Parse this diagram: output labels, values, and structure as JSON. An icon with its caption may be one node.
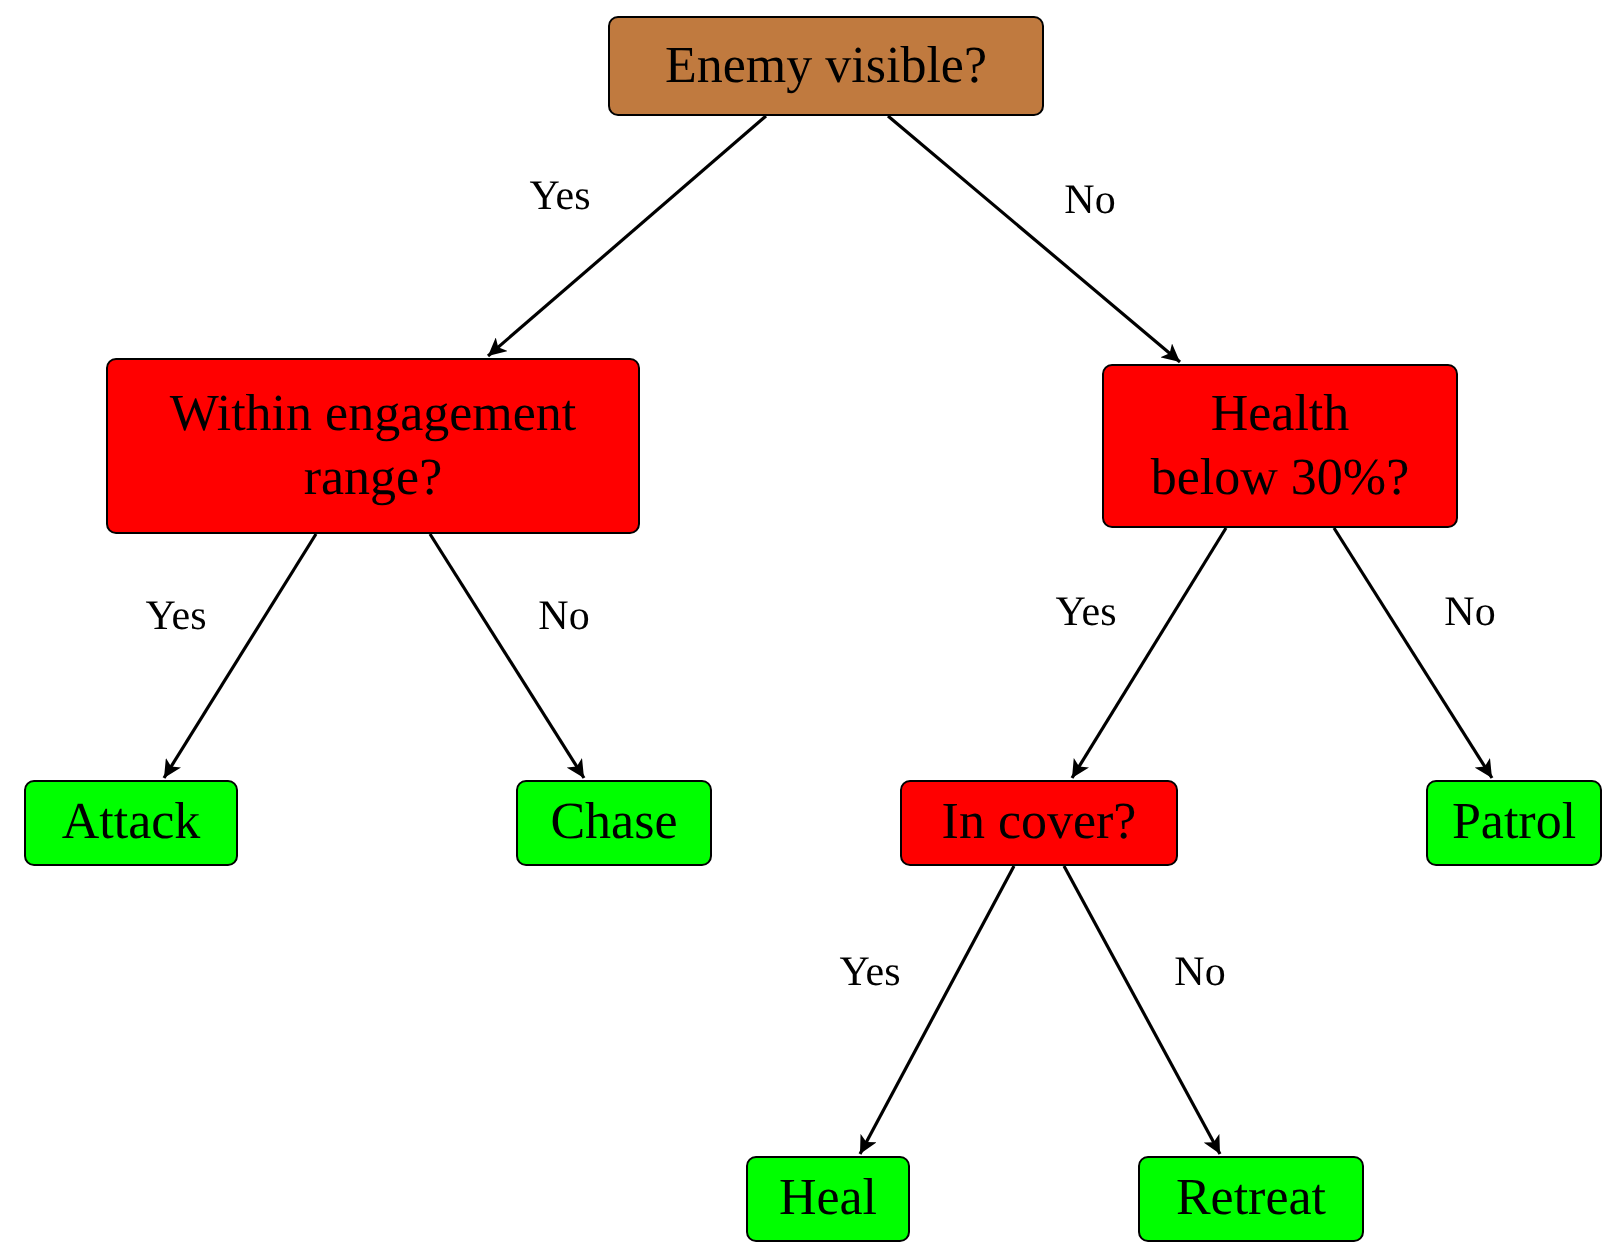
{
  "diagram": {
    "nodes": [
      {
        "text": [
          "Enemy visible?"
        ]
      },
      {
        "text": [
          "Within engagement range?"
        ]
      },
      {
        "text": [
          "Health below 30%?"
        ]
      },
      {
        "text": [
          "Attack"
        ]
      },
      {
        "text": [
          "Chase"
        ]
      },
      {
        "text": [
          "In cover?"
        ]
      },
      {
        "text": [
          "Patrol"
        ]
      },
      {
        "text": [
          "Heal"
        ]
      },
      {
        "text": [
          "Retreat"
        ]
      }
    ],
    "edges": [
      {
        "from": 0,
        "to": 1,
        "arrow": "to",
        "label": "Yes"
      },
      {
        "from": 0,
        "to": 2,
        "arrow": "to",
        "label": "No"
      },
      {
        "from": 1,
        "to": 3,
        "arrow": "to",
        "label": "Yes"
      },
      {
        "from": 1,
        "to": 4,
        "arrow": "to",
        "label": "No"
      },
      {
        "from": 2,
        "to": 5,
        "arrow": "to",
        "label": "Yes"
      },
      {
        "from": 2,
        "to": 6,
        "arrow": "to",
        "label": "No"
      },
      {
        "from": 5,
        "to": 7,
        "arrow": "to",
        "label": "Yes"
      },
      {
        "from": 5,
        "to": 8,
        "arrow": "to",
        "label": "No"
      }
    ]
  }
}
